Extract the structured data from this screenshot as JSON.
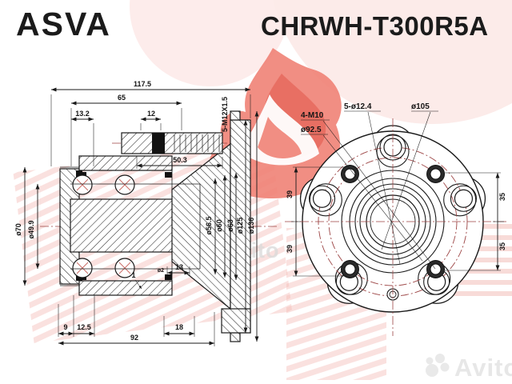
{
  "header": {
    "brand": "ASVA",
    "part_number": "CHRWH-T300R5A"
  },
  "section_view": {
    "dims": {
      "d117_5": "117.5",
      "d65": "65",
      "d13_2": "13.2",
      "d12": "12",
      "d50_3": "50.3",
      "thread": "5-M12X1.5",
      "dia70": "ø70",
      "dia49_9": "ø49.9",
      "dia56_5": "ø56.5",
      "dia60": "ø60",
      "dia63": "ø63",
      "dia125": "ø125",
      "dia136": "ø136",
      "d9": "9",
      "d12_5": "12.5",
      "d92": "92",
      "d18": "18",
      "d13": "13",
      "d1": "1",
      "hole": "ø2"
    }
  },
  "front_view": {
    "dims": {
      "studs": "5-ø12.4",
      "stud_circle": "ø105",
      "threads": "4-M10",
      "thread_circle": "ø92.5",
      "off39a": "39",
      "off39b": "39",
      "off35a": "35",
      "off35b": "35"
    }
  },
  "watermark": {
    "site": "Avito"
  },
  "colors": {
    "flame_red": "#ef8276",
    "pale_pink": "#fdeceb",
    "stripe_pink": "#f2b8b2",
    "line": "#1a1a1a",
    "centerline_red": "#9c4444"
  }
}
